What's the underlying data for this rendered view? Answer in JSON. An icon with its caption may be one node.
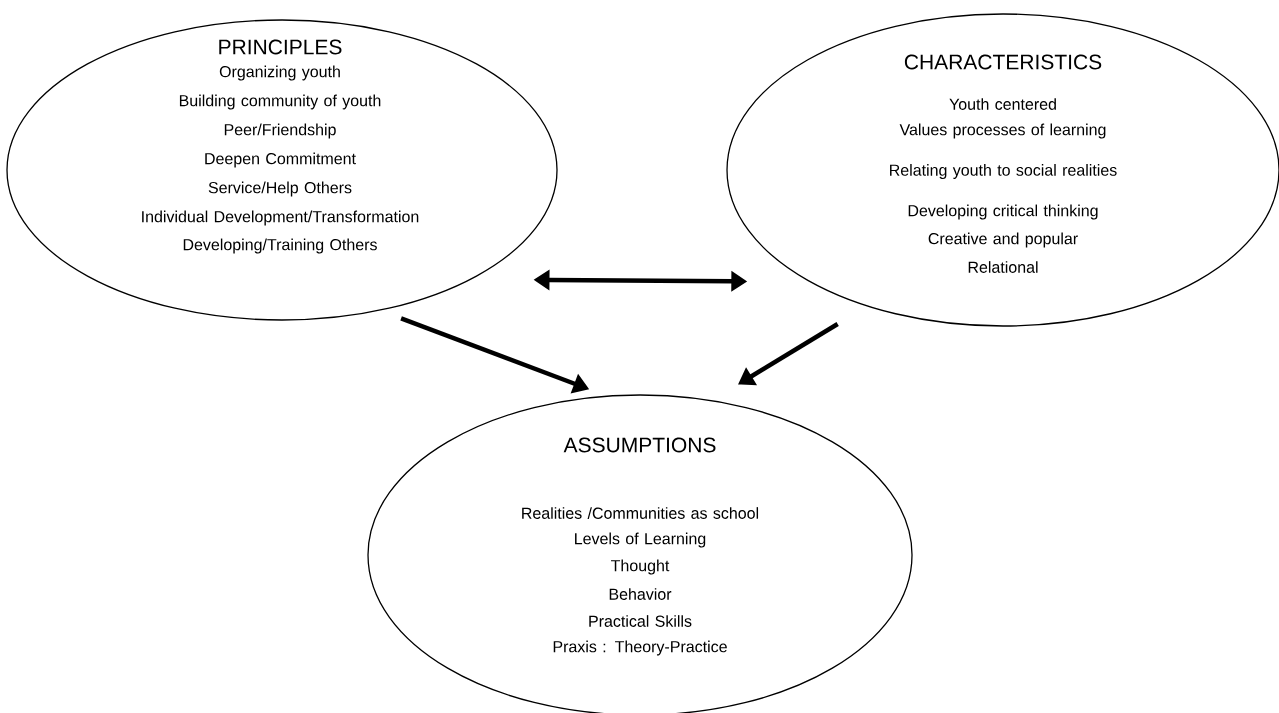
{
  "diagram": {
    "nodes": [
      {
        "text": [
          "PRINCIPLES",
          "Organizing youth",
          "Building community of youth",
          "Peer/Friendship",
          "Deepen Commitment",
          "Service/Help Others",
          "Individual Development/Transformation",
          "Developing/Training Others"
        ]
      },
      {
        "text": [
          "CHARACTERISTICS",
          "Youth centered",
          "Values processes of learning",
          "Relating youth to social realities",
          "Developing critical thinking",
          "Creative and popular",
          "Relational"
        ]
      },
      {
        "text": [
          "ASSUMPTIONS",
          "Realities /Communities as school",
          "Levels of Learning",
          "Thought",
          "Behavior",
          "Practical Skills",
          "Praxis : Theory-Practice"
        ]
      }
    ],
    "edges": [
      {
        "from": 0,
        "to": 1,
        "arrow": "both"
      },
      {
        "from": 0,
        "to": 2,
        "arrow": "to"
      },
      {
        "from": 1,
        "to": 2,
        "arrow": "to"
      }
    ]
  }
}
